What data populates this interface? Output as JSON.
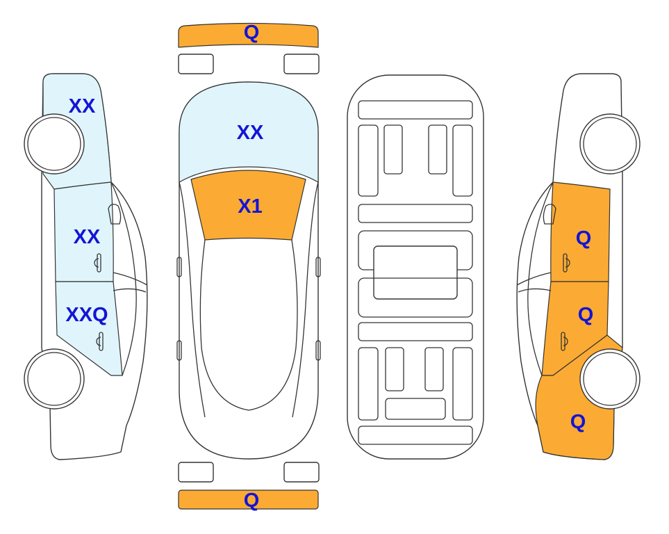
{
  "colors": {
    "scratch_fill": "#dff5fb",
    "dent_fill": "#fbab33",
    "label_color": "#1414d6",
    "outline": "#333333"
  },
  "panels": {
    "front_bumper": {
      "label": "Q",
      "status": "dent"
    },
    "rear_bumper": {
      "label": "Q",
      "status": "dent"
    },
    "roof": {
      "label": "XX",
      "status": "scratch"
    },
    "windshield": {
      "label": "X1",
      "status": "dent"
    },
    "left_rear_quarter": {
      "label": "XX",
      "status": "scratch"
    },
    "left_rear_door": {
      "label": "XX",
      "status": "scratch"
    },
    "left_front_door": {
      "label": "XXQ",
      "status": "scratch"
    },
    "right_rear_door": {
      "label": "Q",
      "status": "dent"
    },
    "right_front_door": {
      "label": "Q",
      "status": "dent"
    },
    "right_front_fender": {
      "label": "Q",
      "status": "dent"
    }
  }
}
